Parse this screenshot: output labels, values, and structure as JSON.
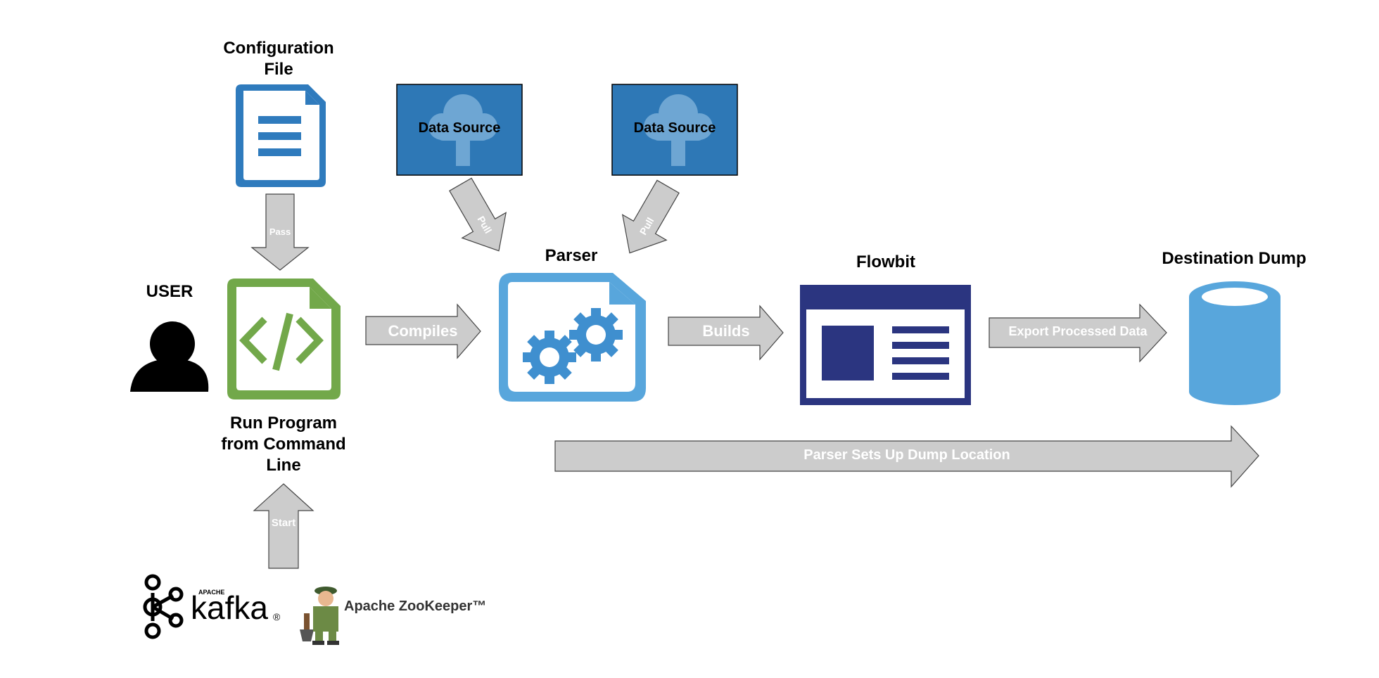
{
  "nodes": {
    "config_file": {
      "title_line1": "Configuration",
      "title_line2": "File"
    },
    "user": {
      "title": "USER"
    },
    "run_program": {
      "line1": "Run Program",
      "line2": "from Command",
      "line3": "Line"
    },
    "data_source_1": {
      "title": "Data Source"
    },
    "data_source_2": {
      "title": "Data Source"
    },
    "parser": {
      "title": "Parser"
    },
    "flowbit": {
      "title": "Flowbit"
    },
    "destination": {
      "title": "Destination Dump"
    }
  },
  "arrows": {
    "pass": "Pass",
    "pull_1": "Pull",
    "pull_2": "Pull",
    "compiles": "Compiles",
    "builds": "Builds",
    "export": "Export Processed Data",
    "dump_location": "Parser Sets Up Dump Location",
    "start": "Start"
  },
  "logos": {
    "kafka_small": "APACHE",
    "kafka": "kafka",
    "kafka_reg": "®",
    "zookeeper": "Apache ZooKeeper™"
  },
  "colors": {
    "config_blue": "#2f7bbd",
    "code_green": "#72a84a",
    "parser_blue": "#58a6dc",
    "source_blue": "#2e78b6",
    "flowbit_navy": "#2b3580",
    "dump_blue": "#58a6dc",
    "arrow_gray": "#cccccc"
  }
}
